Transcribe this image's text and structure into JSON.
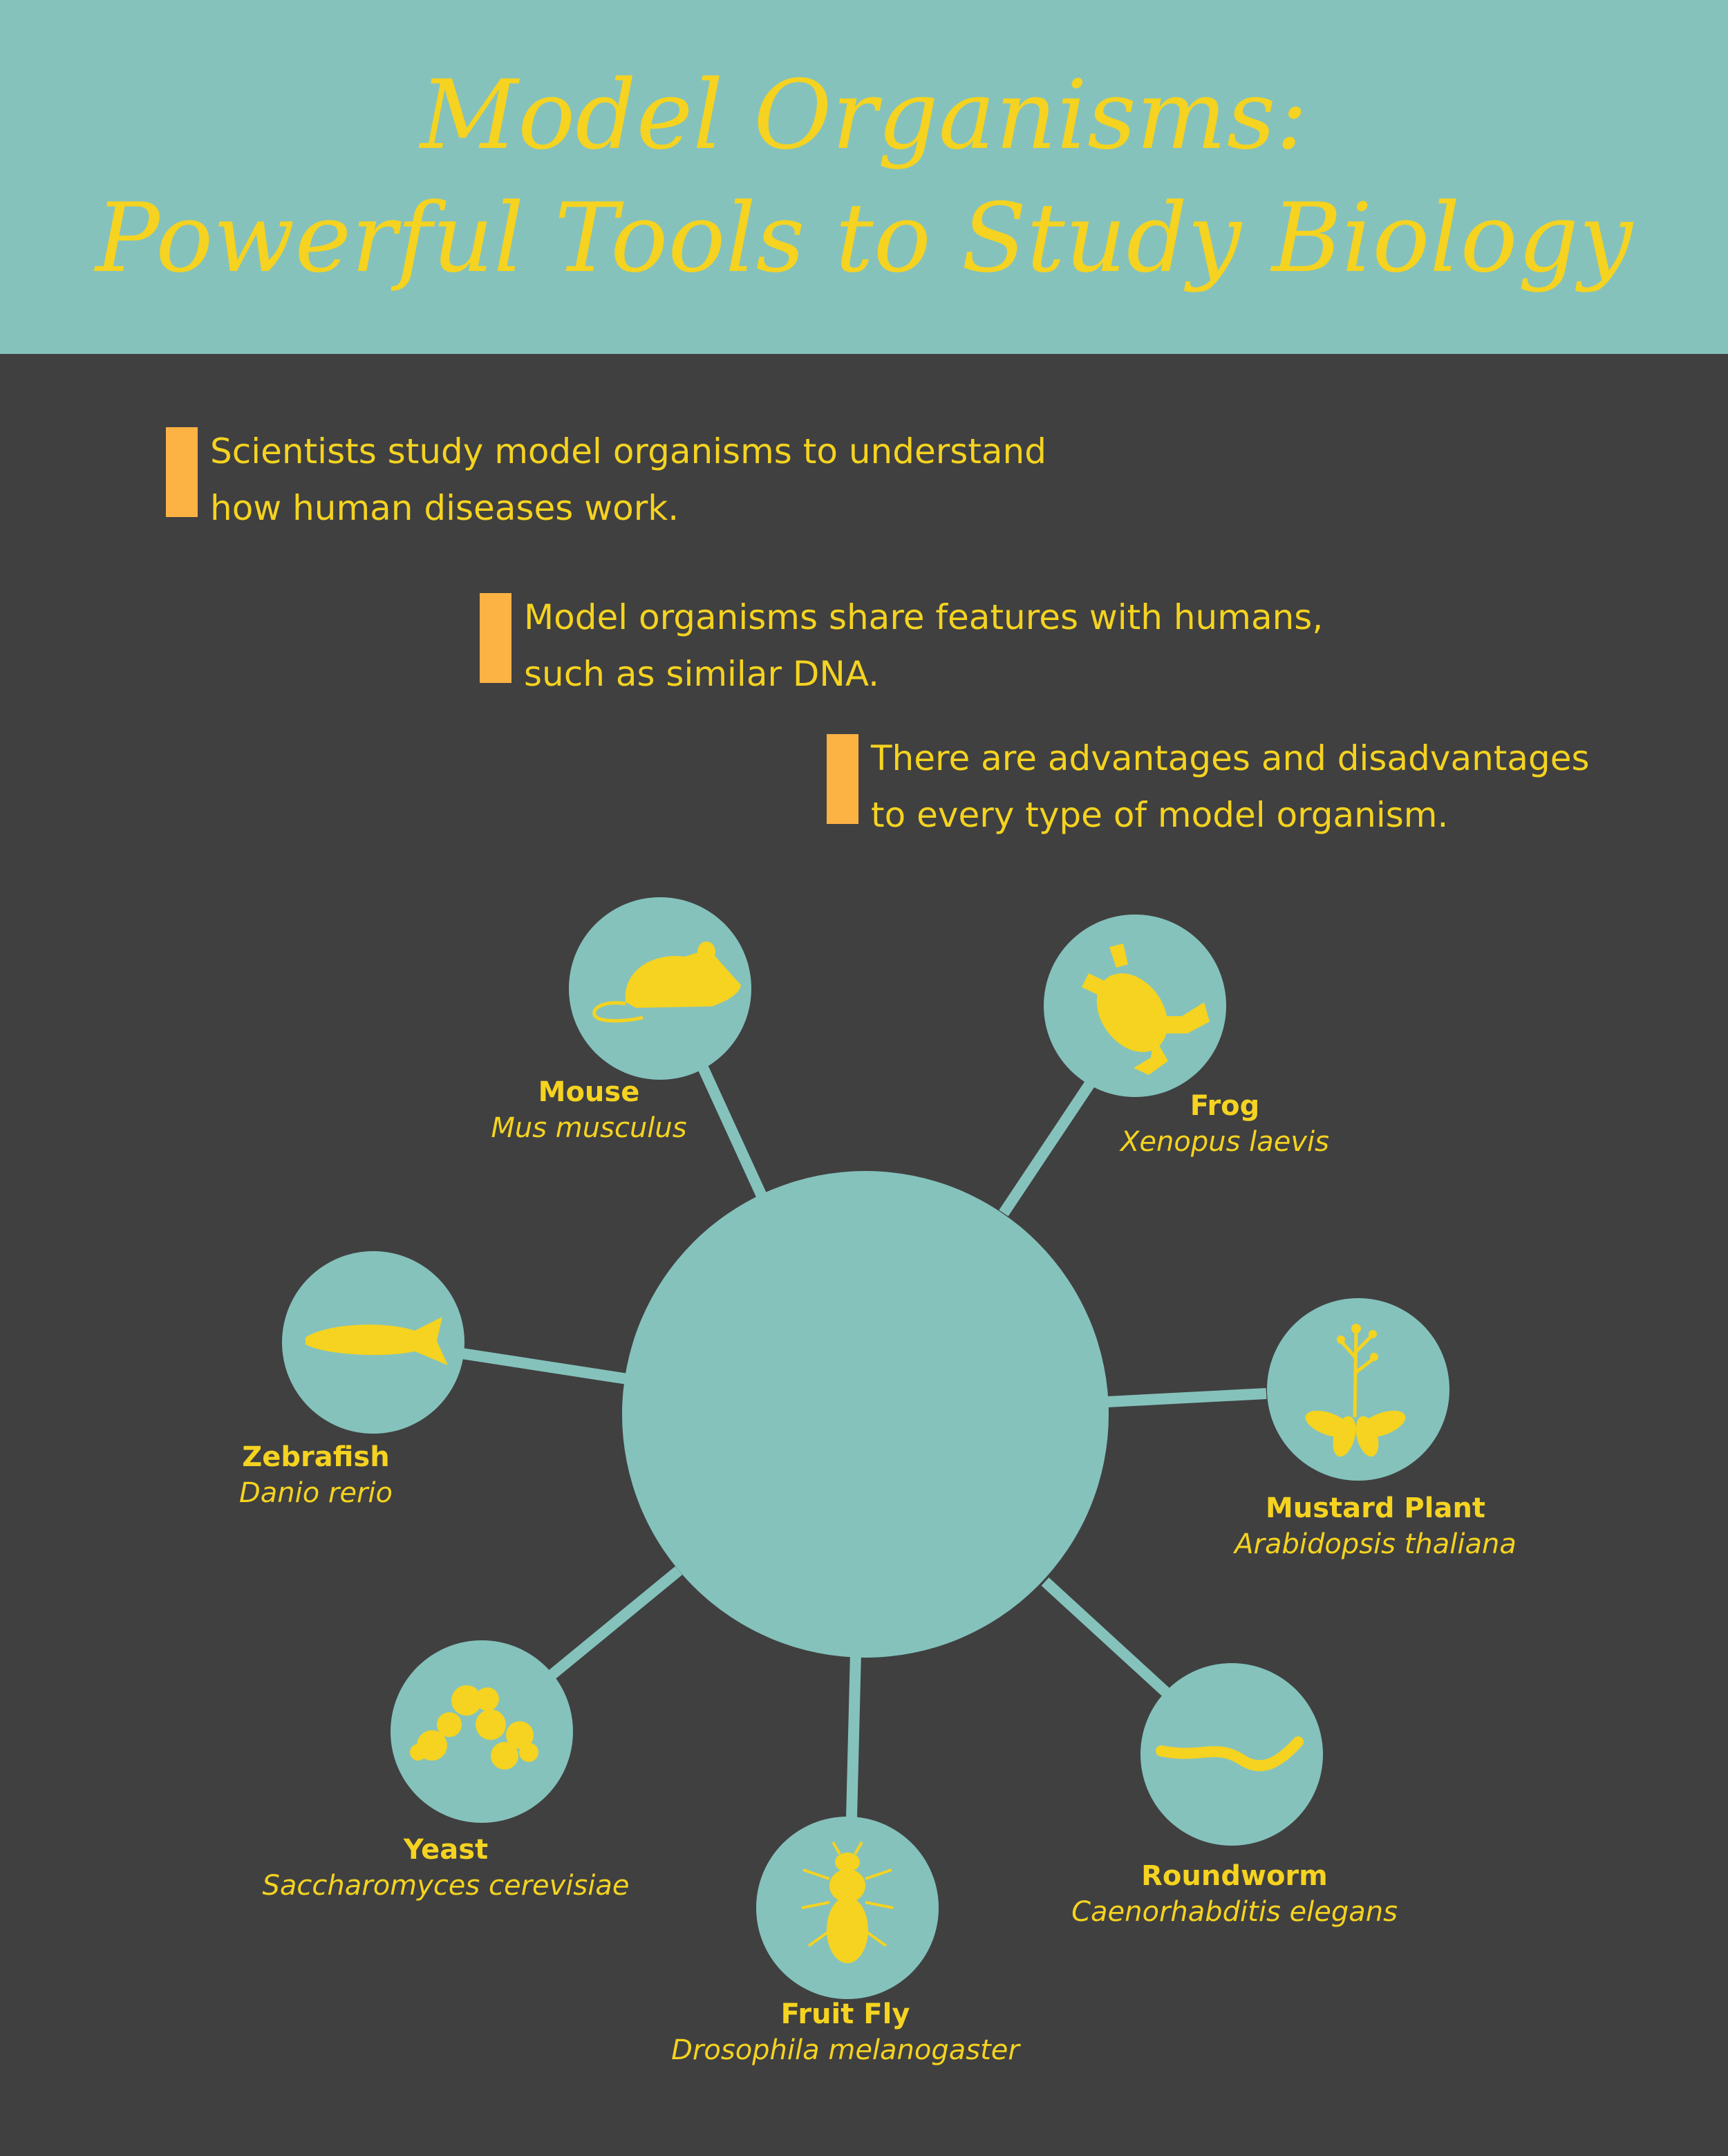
{
  "header": {
    "title_line_1": "Model Organisms:",
    "title_line_2": "Powerful Tools to Study Biology"
  },
  "bullets": [
    {
      "line_1": "Scientists study model organisms to understand",
      "line_2": "how human diseases work."
    },
    {
      "line_1": "Model organisms share features with humans,",
      "line_2": "such as similar DNA."
    },
    {
      "line_1": "There are advantages and disadvantages",
      "line_2": "to every type of model organism."
    }
  ],
  "organisms": [
    {
      "name": "Mouse",
      "scientific_name": "Mus musculus",
      "icon": "mouse-icon"
    },
    {
      "name": "Frog",
      "scientific_name": "Xenopus laevis",
      "icon": "frog-icon"
    },
    {
      "name": "Zebrafish",
      "scientific_name": "Danio rerio",
      "icon": "zebrafish-icon"
    },
    {
      "name": "Mustard Plant",
      "scientific_name": "Arabidopsis thaliana",
      "icon": "mustard-plant-icon"
    },
    {
      "name": "Yeast",
      "scientific_name": "Saccharomyces cerevisiae",
      "icon": "yeast-icon"
    },
    {
      "name": "Roundworm",
      "scientific_name": "Caenorhabditis elegans",
      "icon": "roundworm-icon"
    },
    {
      "name": "Fruit Fly",
      "scientific_name": "Drosophila melanogaster",
      "icon": "fruit-fly-icon"
    }
  ],
  "colors": {
    "background": "#404040",
    "teal": "#85c2bc",
    "yellow": "#f5d320",
    "orange": "#fdb244"
  }
}
